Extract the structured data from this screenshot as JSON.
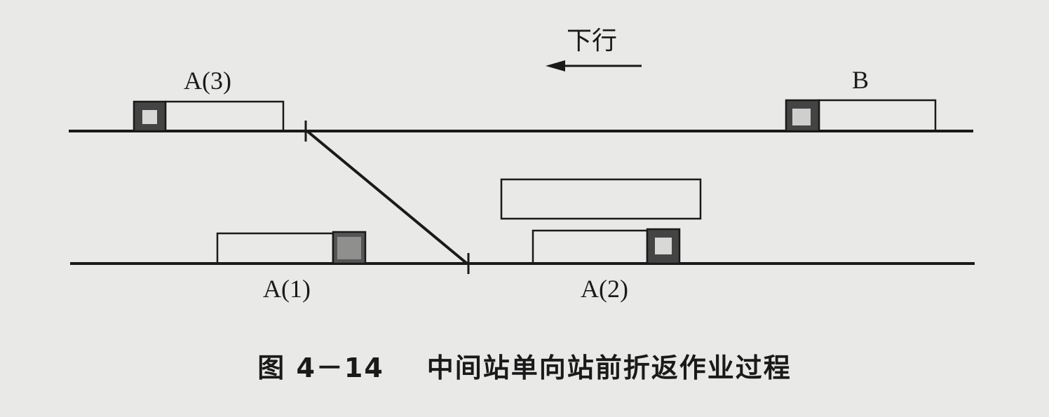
{
  "direction": {
    "label": "下行"
  },
  "trains": {
    "a3": {
      "label": "A(3)"
    },
    "b": {
      "label": "B"
    },
    "a1": {
      "label": "A(1)"
    },
    "a2": {
      "label": "A(2)"
    }
  },
  "caption": {
    "figure_number": "图 4－14",
    "title": "中间站单向站前折返作业过程"
  }
}
